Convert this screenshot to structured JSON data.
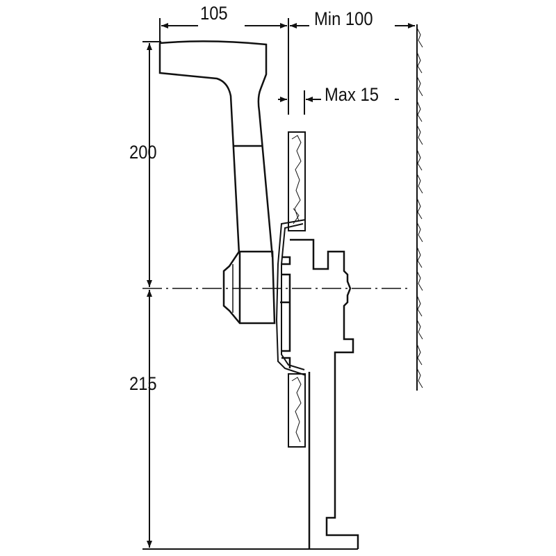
{
  "dimensions": {
    "handle_depth": "105",
    "wall_clearance": "Min 100",
    "panel_thickness": "Max 15",
    "height_above_axis": "200",
    "height_below_axis": "215"
  },
  "colors": {
    "line": "#111111",
    "background": "#ffffff"
  }
}
